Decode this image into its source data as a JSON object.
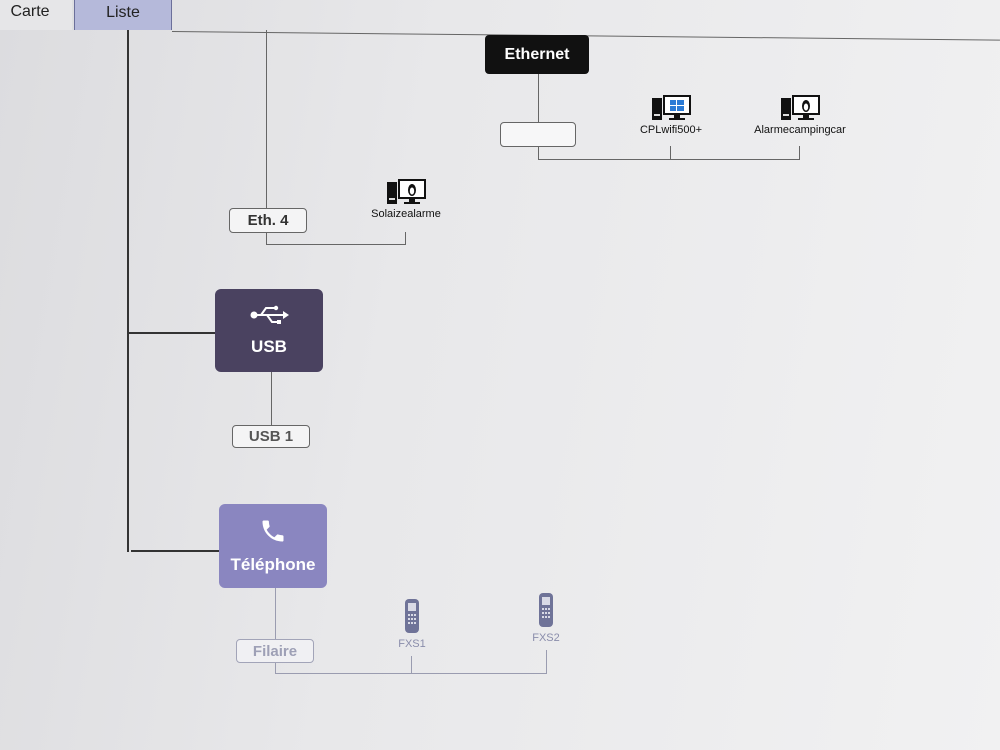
{
  "tabs": [
    {
      "label": "Carte"
    },
    {
      "label": "Liste"
    }
  ],
  "nodes": {
    "ethernet": {
      "label": "Ethernet"
    },
    "eth4": {
      "label": "Eth. 4"
    },
    "usb": {
      "label": "USB",
      "icon": "usb-icon"
    },
    "usb1": {
      "label": "USB 1"
    },
    "telephone": {
      "label": "Téléphone",
      "icon": "phone-icon"
    },
    "filaire": {
      "label": "Filaire"
    }
  },
  "devices": {
    "cplwifi": {
      "name": "CPLwifi500+",
      "icon": "windows-computer-icon"
    },
    "alarmecampingcar": {
      "name": "Alarmecampingcar",
      "icon": "linux-computer-icon"
    },
    "solaizealarme": {
      "name": "Solaizealarme",
      "icon": "linux-computer-icon"
    },
    "fxs1": {
      "name": "FXS1",
      "icon": "handset-icon"
    },
    "fxs2": {
      "name": "FXS2",
      "icon": "handset-icon"
    }
  },
  "colors": {
    "ethernet_box": "#111111",
    "usb_box": "#4a4260",
    "telephone_box": "#8a86c0",
    "active_tab": "#b5b9da"
  }
}
